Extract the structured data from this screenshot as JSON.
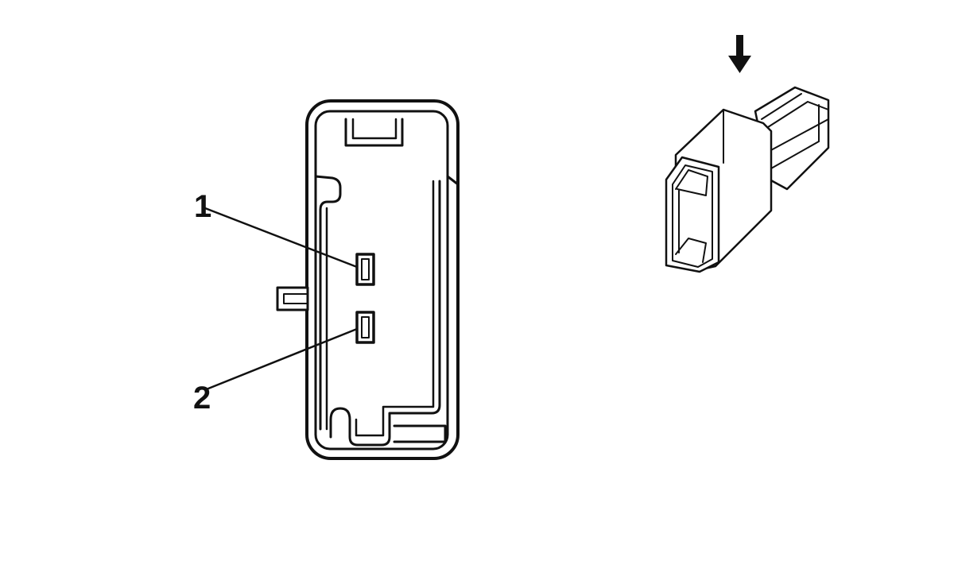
{
  "diagram": {
    "pin_labels": [
      {
        "id": "1",
        "text": "1"
      },
      {
        "id": "2",
        "text": "2"
      }
    ],
    "arrow_icon": "down-arrow-icon",
    "colors": {
      "line": "#111111",
      "background": "#ffffff",
      "housing_fill": "#ffffff"
    }
  }
}
